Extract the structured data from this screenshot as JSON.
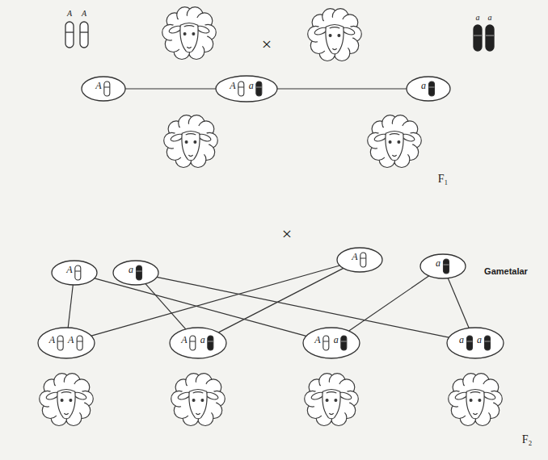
{
  "diagram": {
    "nodes": [
      {
        "text": [
          "A"
        ]
      },
      {
        "text": [
          "A",
          "a"
        ]
      },
      {
        "text": [
          "a"
        ]
      },
      {
        "text": [
          "A"
        ]
      },
      {
        "text": [
          "a"
        ]
      },
      {
        "text": [
          "A"
        ]
      },
      {
        "text": [
          "a"
        ]
      },
      {
        "text": [
          "A",
          "A"
        ]
      },
      {
        "text": [
          "A",
          "a"
        ]
      },
      {
        "text": [
          "A",
          "a"
        ]
      },
      {
        "text": [
          "a",
          "a"
        ]
      }
    ],
    "edges": [
      {
        "from": 0,
        "to": 1,
        "arrow": "none"
      },
      {
        "from": 2,
        "to": 1,
        "arrow": "none"
      },
      {
        "from": 3,
        "to": 7,
        "arrow": "none"
      },
      {
        "from": 3,
        "to": 9,
        "arrow": "none"
      },
      {
        "from": 4,
        "to": 8,
        "arrow": "none"
      },
      {
        "from": 4,
        "to": 10,
        "arrow": "none"
      },
      {
        "from": 5,
        "to": 7,
        "arrow": "none"
      },
      {
        "from": 5,
        "to": 8,
        "arrow": "none"
      },
      {
        "from": 6,
        "to": 9,
        "arrow": "none"
      },
      {
        "from": 6,
        "to": 10,
        "arrow": "none"
      }
    ],
    "labels": [
      "A",
      "A",
      "a",
      "a",
      "×",
      "×",
      "Gametalar",
      "F₁",
      "F₂"
    ]
  }
}
